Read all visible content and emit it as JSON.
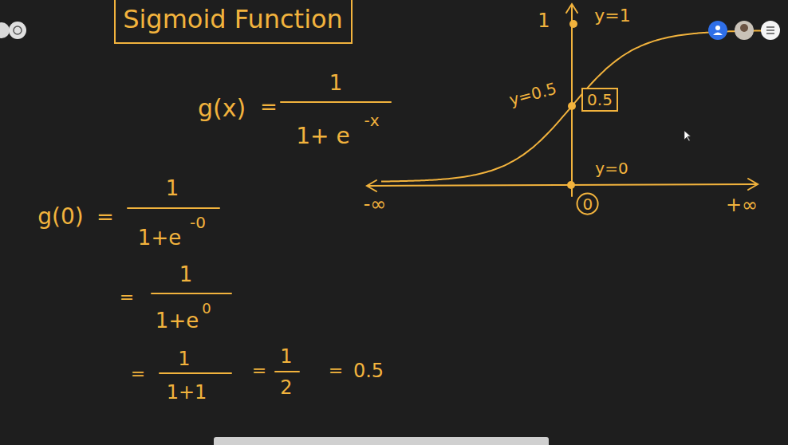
{
  "diagram": {
    "nodes": [
      {
        "text": [
          "Sigmoid Function"
        ]
      },
      {
        "text": [
          "0.5"
        ]
      },
      {
        "text": [
          "0"
        ]
      }
    ],
    "labels": [
      "1",
      "y=1",
      "g(x)",
      "=",
      "1",
      "1+ e",
      "-x",
      "y=0.5",
      "y=0",
      "-∞",
      "+∞",
      "g(0)",
      "=",
      "1",
      "1+e",
      "-0",
      "=",
      "1",
      "1+e",
      "0",
      "=",
      "1",
      "1+1",
      "=",
      "1",
      "2",
      "=",
      "0.5"
    ]
  }
}
